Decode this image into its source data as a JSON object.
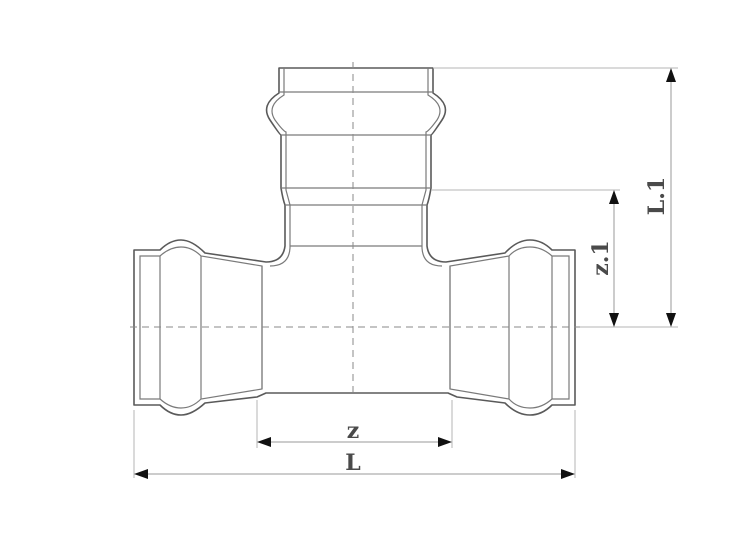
{
  "dimensions": {
    "z": "z",
    "L": "L",
    "z1": "z.1",
    "L1": "L.1"
  },
  "colors": {
    "outline": "#5a5a5a",
    "centerline": "#8a8a8a",
    "arrow": "#111111",
    "text": "#4a4a4a"
  }
}
